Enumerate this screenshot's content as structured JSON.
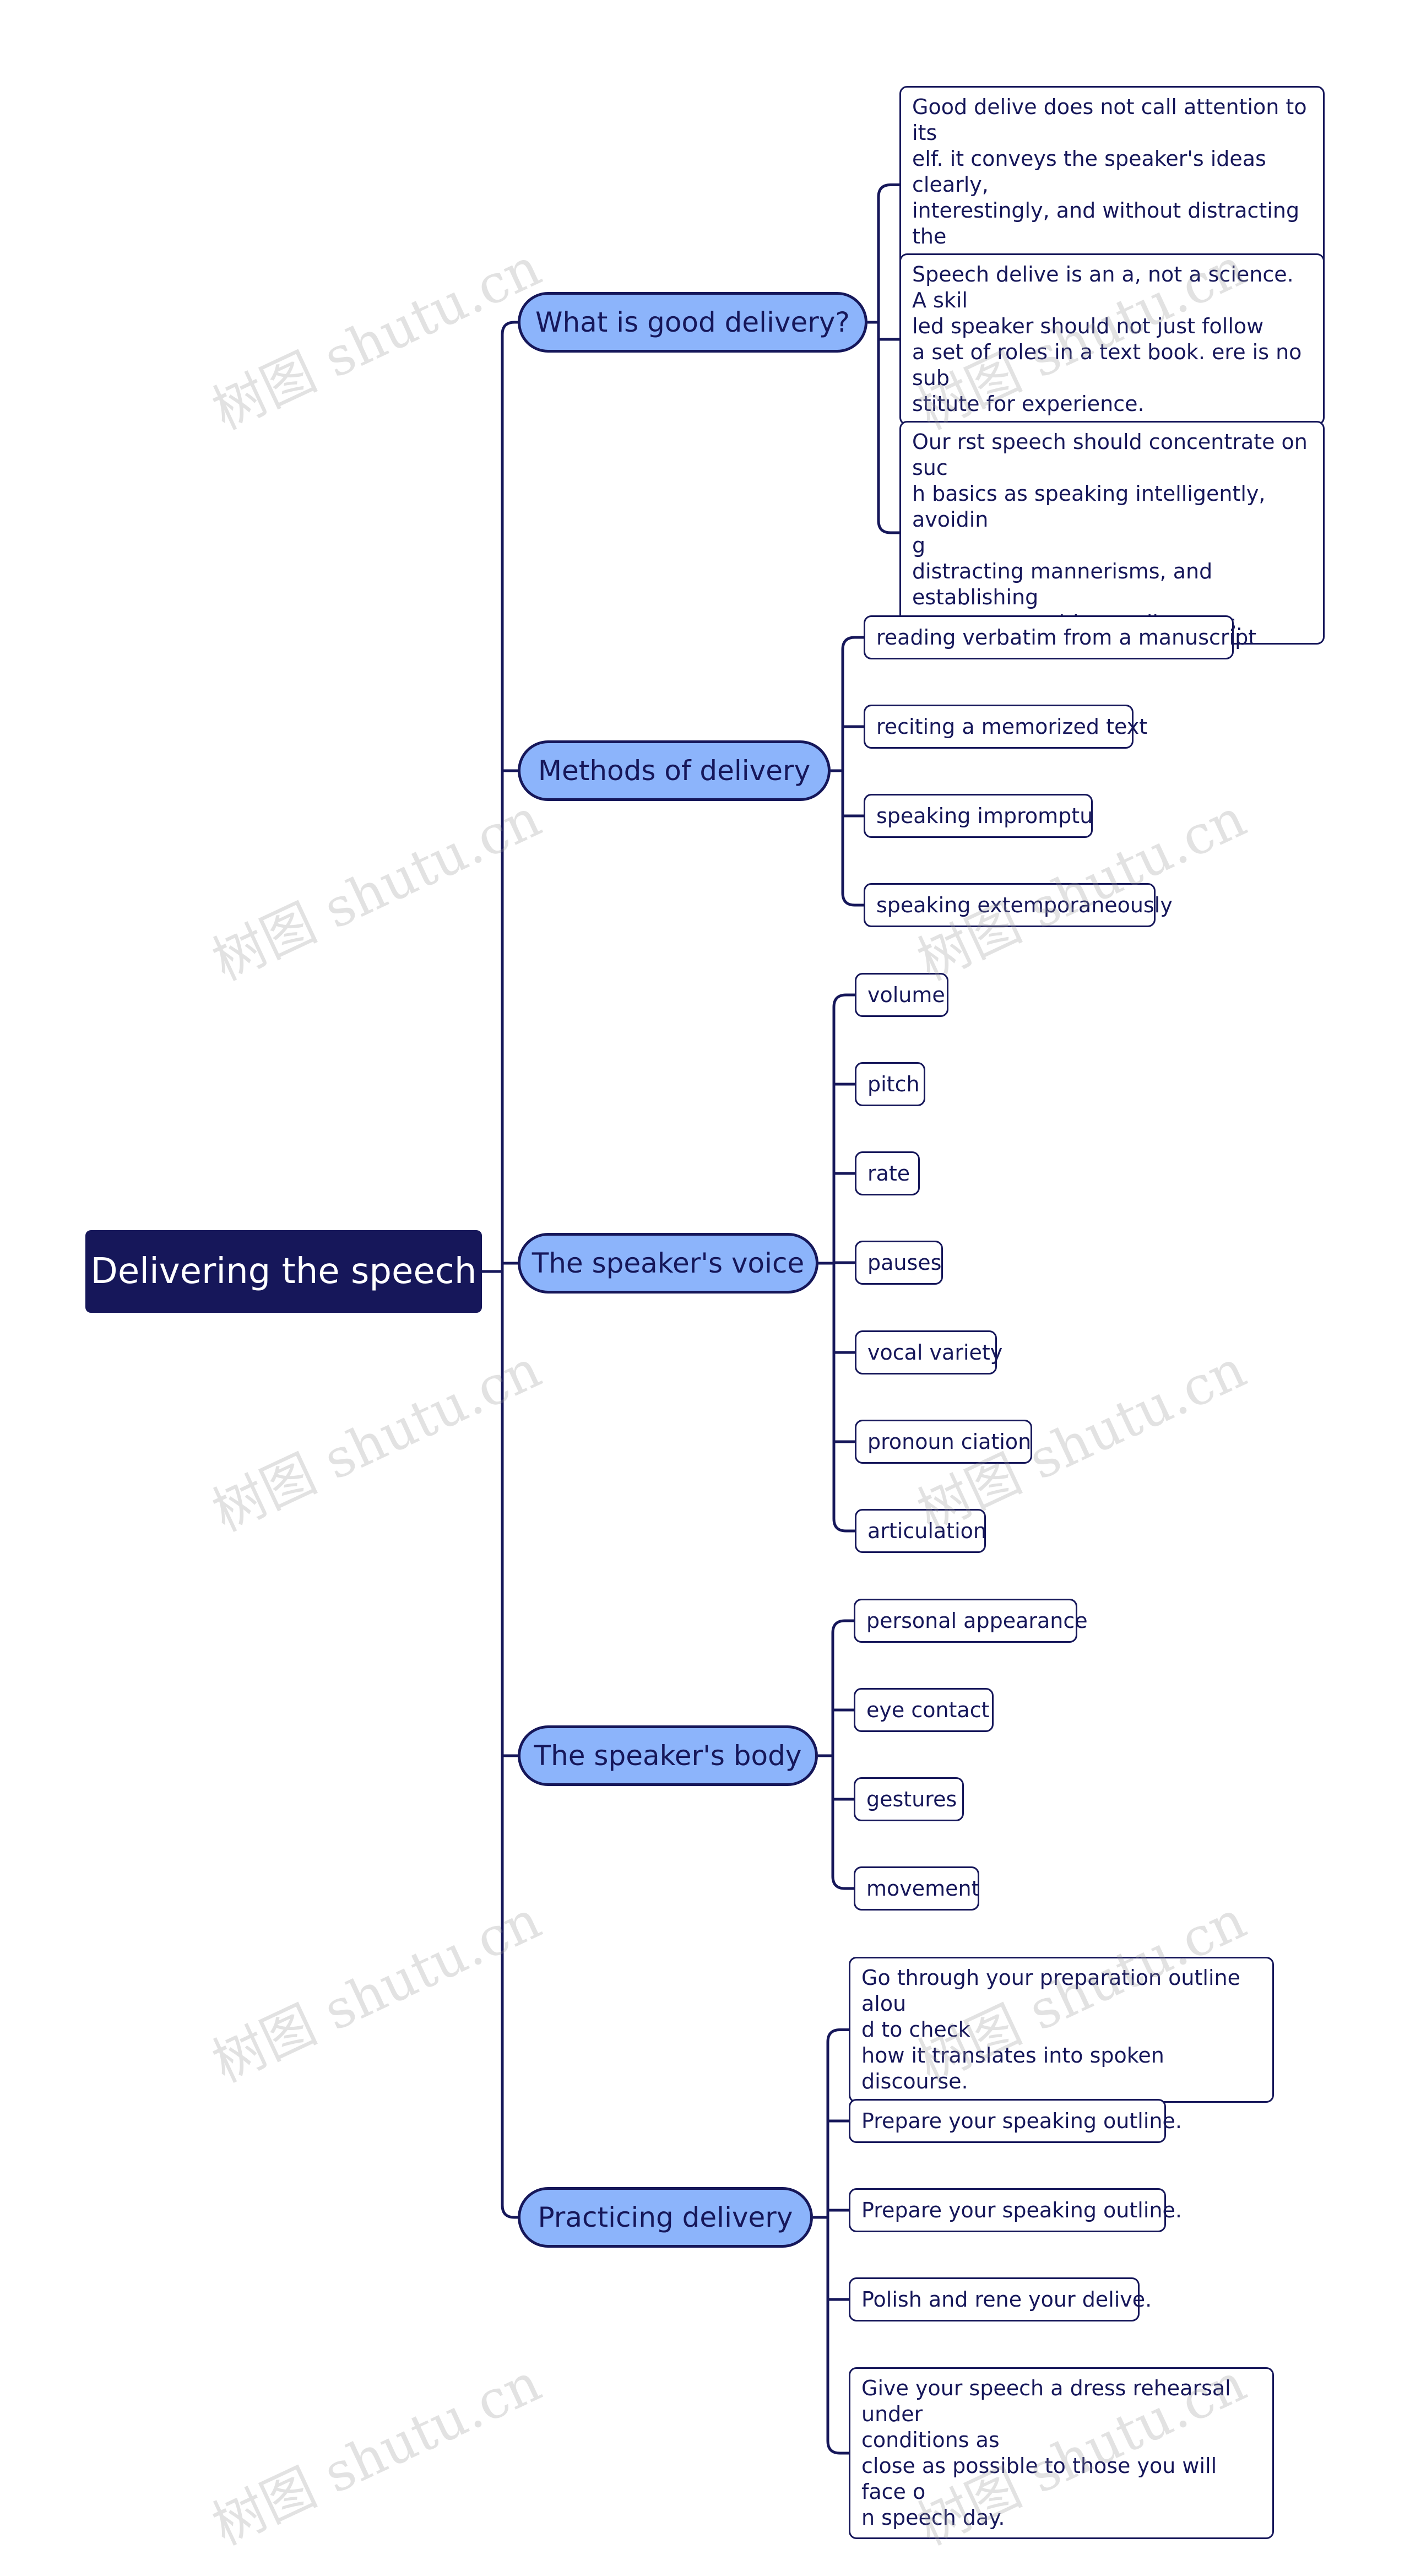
{
  "root": {
    "label": "Delivering the speech"
  },
  "branches": [
    {
      "label": "What is good delivery?",
      "items": [
        "Good delive does not call attention to its\nelf. it conveys the speaker's ideas clearly,\ninterestingly, and without distracting the\naudience.",
        "Speech delive is an a, not a science. A skil\nled speaker should not just follow\na set of roles in a text book. ere is no sub\nstitute for experience.",
        "Our rst speech should concentrate on suc\nh basics as speaking intelligently, avoidin\ng\ndistracting mannerisms, and establishing\neye contact with your listeners."
      ]
    },
    {
      "label": "Methods of delivery",
      "items": [
        "reading verbatim from a manuscript",
        "reciting a memorized text",
        "speaking impromptu",
        "speaking extemporaneously"
      ]
    },
    {
      "label": "The speaker's voice",
      "items": [
        "volume",
        "pitch",
        "rate",
        "pauses",
        "vocal variety",
        "pronoun ciation",
        "articulation"
      ]
    },
    {
      "label": "The speaker's body",
      "items": [
        "personal appearance",
        "eye contact",
        "gestures",
        "movement"
      ]
    },
    {
      "label": "Practicing delivery",
      "items": [
        "Go through your preparation outline alou\nd to check\nhow it translates into spoken discourse.",
        "Prepare your speaking outline.",
        "Prepare your speaking outline.",
        "Polish and rene your delive.",
        "Give your speech a dress rehearsal under\nconditions as\nclose as possible to those you will face o\nn speech day."
      ]
    }
  ],
  "watermark": "树图 shutu.cn",
  "colors": {
    "root_bg": "#16175a",
    "branch_bg": "#8cb4fb",
    "line": "#16175a",
    "leaf_border": "#16175a"
  }
}
